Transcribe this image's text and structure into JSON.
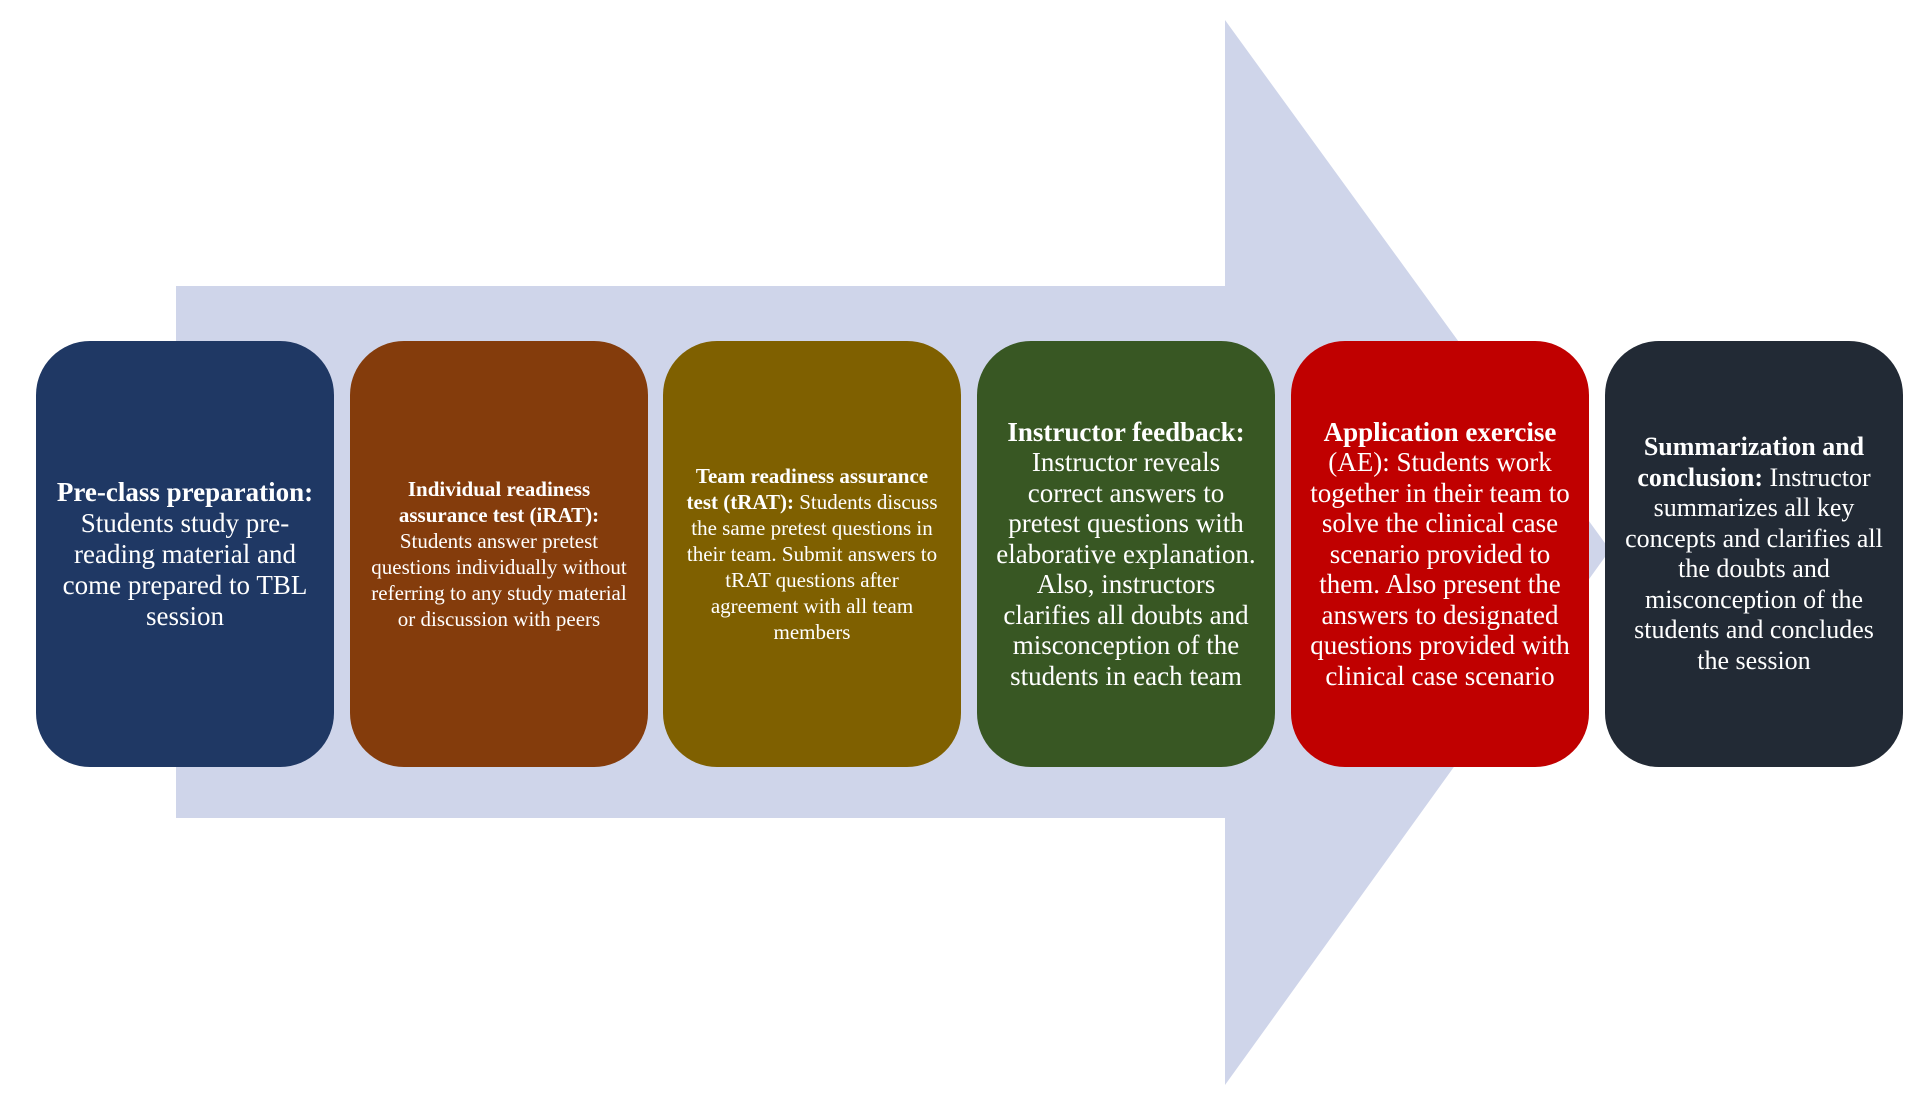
{
  "diagram": {
    "arrow_color": "#cfd5ea",
    "steps": [
      {
        "title": "Pre-class preparation:",
        "body": "Students study pre-reading material and come prepared to TBL session",
        "color": "#1f3864"
      },
      {
        "title": "Individual readiness assurance test (iRAT):",
        "body": "Students answer pretest questions individually without referring to any study material or discussion with peers",
        "color": "#843c0c"
      },
      {
        "title": "Team readiness assurance test (tRAT):",
        "body": "Students discuss the same pretest questions in their team. Submit answers to tRAT questions after agreement with all team members",
        "color": "#7f6000"
      },
      {
        "title": "Instructor feedback:",
        "body": "Instructor reveals correct answers to pretest questions with elaborative explanation. Also, instructors clarifies all doubts and misconception of the students in each team",
        "color": "#385723"
      },
      {
        "title": "Application exercise",
        "title_suffix": "(AE):",
        "body": "Students work together in their team to solve the clinical case scenario provided to them. Also present the answers to designated questions provided with clinical case scenario",
        "color": "#c00000"
      },
      {
        "title": "Summarization and conclusion:",
        "body": "Instructor summarizes all key concepts and clarifies all the doubts and misconception of the students and concludes the session",
        "color": "#222a35"
      }
    ]
  }
}
